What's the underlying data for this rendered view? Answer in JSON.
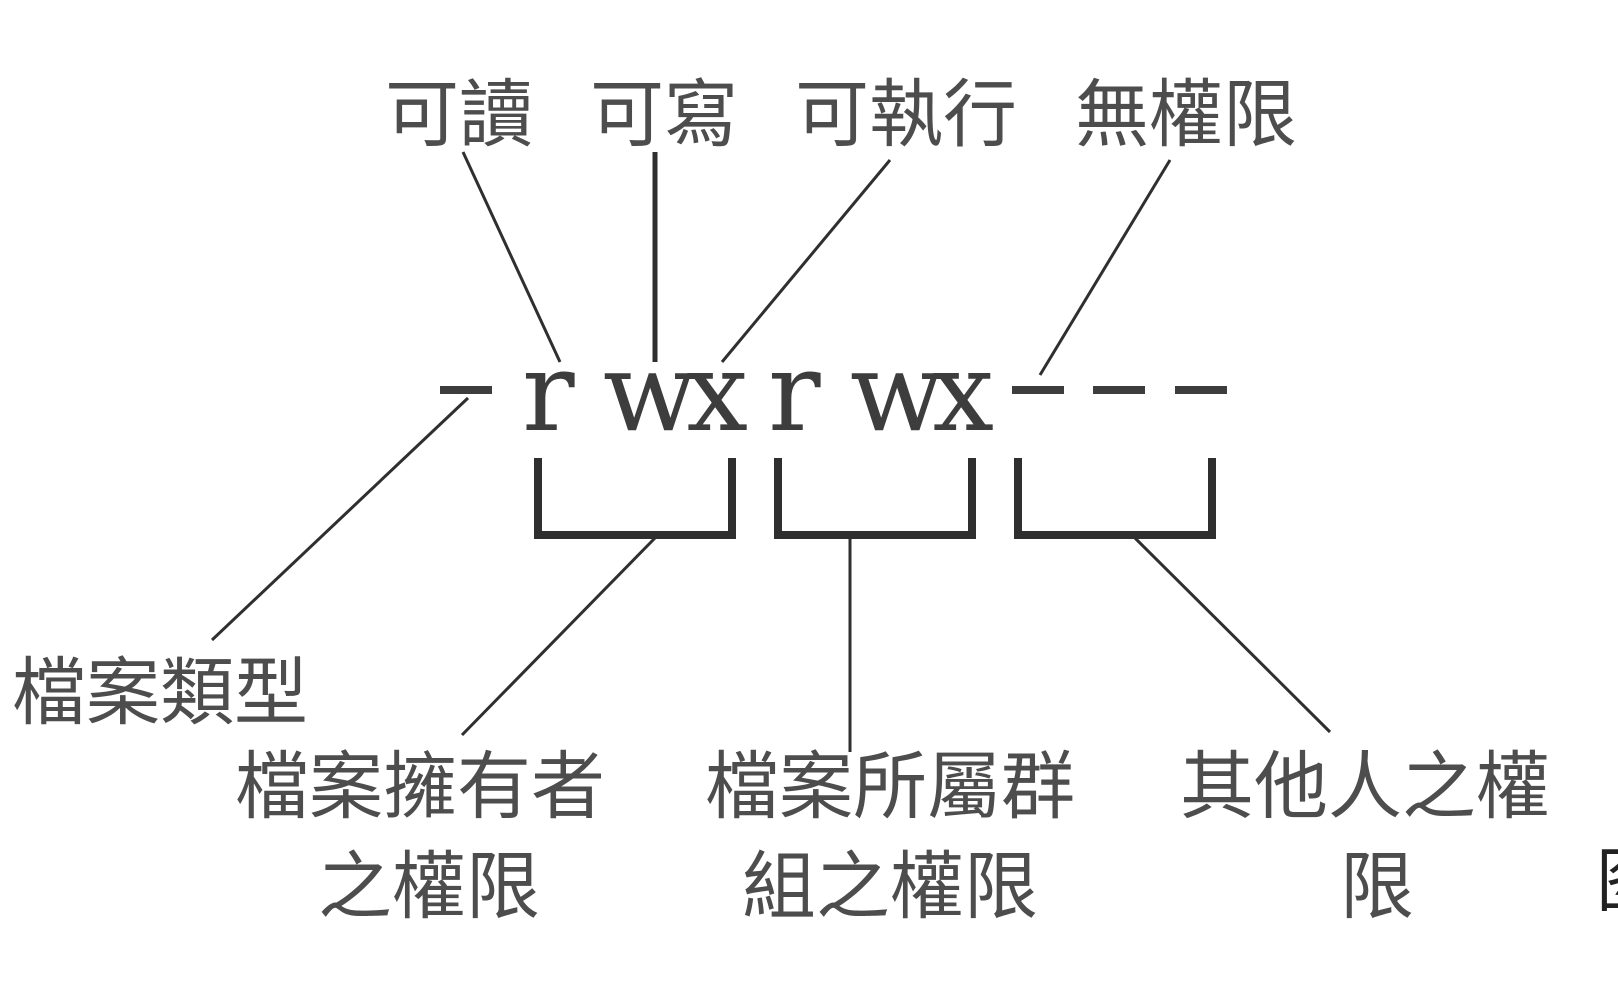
{
  "top_labels": {
    "readable": "可讀",
    "writable": "可寫",
    "executable": "可執行",
    "no_permission": "無權限"
  },
  "permission_string": {
    "type": "-",
    "owner": [
      "r",
      "w",
      "x"
    ],
    "group": [
      "r",
      "w",
      "x"
    ],
    "others": [
      "-",
      "-",
      "-"
    ]
  },
  "bottom_labels": {
    "file_type": "檔案類型",
    "owner_line1": "檔案擁有者",
    "owner_line2": "之權限",
    "group_line1": "檔案所屬群",
    "group_line2": "組之權限",
    "others_line1": "其他人之權",
    "others_line2": "限"
  },
  "clipped_edge_text": "图"
}
